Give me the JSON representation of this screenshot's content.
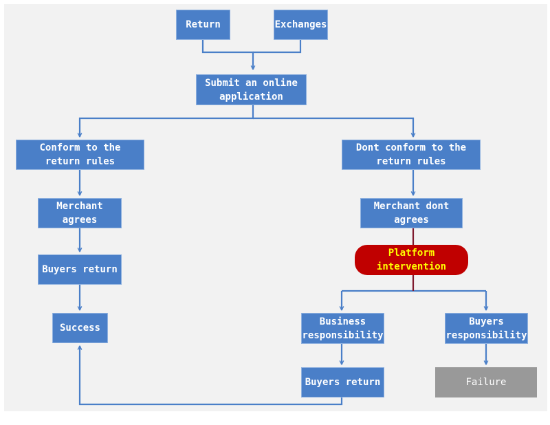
{
  "colors": {
    "box_fill": "#4a7fc8",
    "box_text": "#ffffff",
    "connector": "#4a7fc8",
    "platform_fill": "#c00000",
    "platform_text": "#ffff00",
    "platform_connector": "#7f1a2e",
    "failure_fill": "#999999",
    "background": "#f2f2f2"
  },
  "nodes": {
    "return": "Return",
    "exchanges": "Exchanges",
    "submit": "Submit an online\napplication",
    "conform": "Conform to the\nreturn rules",
    "dont_conform": "Dont conform to the\nreturn rules",
    "merchant_agrees": "Merchant agrees",
    "merchant_dont_agrees": "Merchant dont agrees",
    "platform": "Platform\nintervention",
    "buyers_return_left": "Buyers return",
    "success": "Success",
    "business_responsibility": "Business\nresponsibility",
    "buyers_responsibility": "Buyers\nresponsibility",
    "buyers_return_right": "Buyers return",
    "failure": "Failure"
  },
  "edges": [
    {
      "from": "return",
      "to": "submit"
    },
    {
      "from": "exchanges",
      "to": "submit"
    },
    {
      "from": "submit",
      "to": "conform"
    },
    {
      "from": "submit",
      "to": "dont_conform"
    },
    {
      "from": "conform",
      "to": "merchant_agrees"
    },
    {
      "from": "merchant_agrees",
      "to": "buyers_return_left"
    },
    {
      "from": "buyers_return_left",
      "to": "success"
    },
    {
      "from": "dont_conform",
      "to": "merchant_dont_agrees"
    },
    {
      "from": "merchant_dont_agrees",
      "to": "platform"
    },
    {
      "from": "platform",
      "to": "business_responsibility"
    },
    {
      "from": "platform",
      "to": "buyers_responsibility"
    },
    {
      "from": "business_responsibility",
      "to": "buyers_return_right"
    },
    {
      "from": "buyers_responsibility",
      "to": "failure"
    },
    {
      "from": "buyers_return_right",
      "to": "success"
    }
  ]
}
